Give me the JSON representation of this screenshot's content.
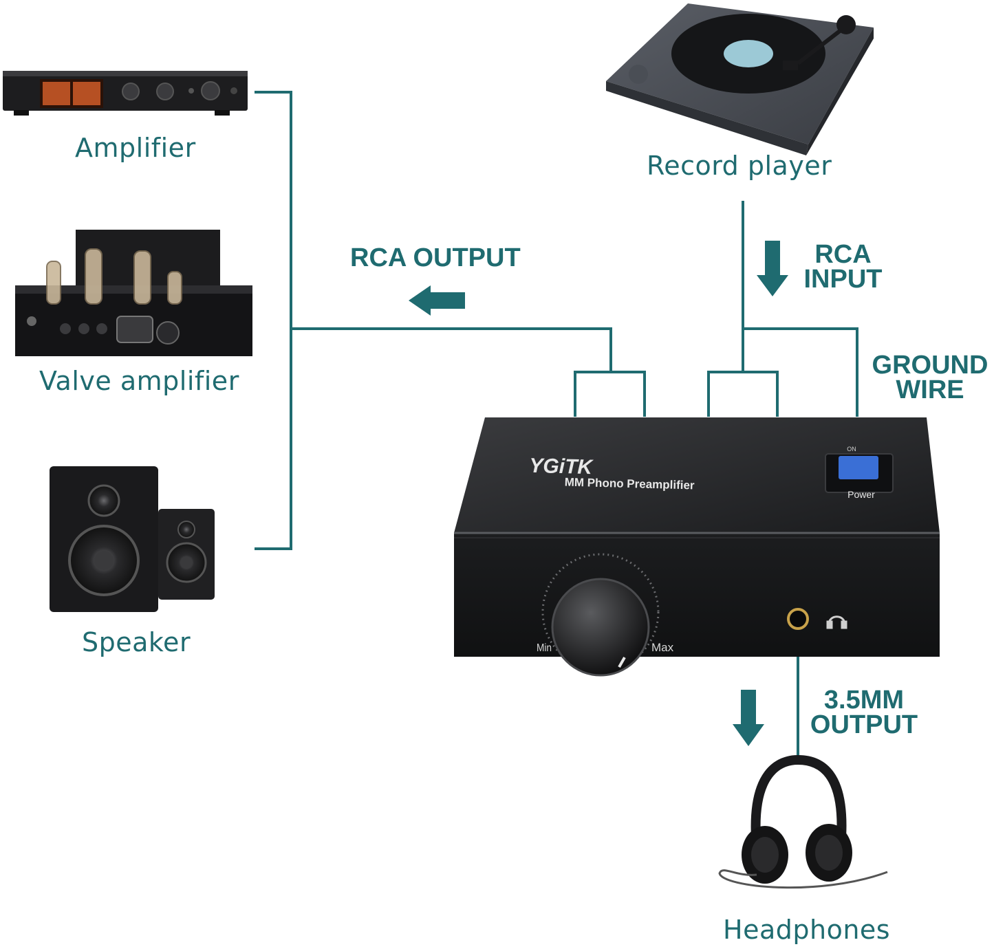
{
  "devices": {
    "amplifier": "Amplifier",
    "valve_amplifier": "Valve amplifier",
    "speaker": "Speaker",
    "record_player": "Record player",
    "headphones": "Headphones"
  },
  "connections": {
    "rca_output": "RCA OUTPUT",
    "rca_input_line1": "RCA",
    "rca_input_line2": "INPUT",
    "ground_line1": "GROUND",
    "ground_line2": "WIRE",
    "mm_output_line1": "3.5MM",
    "mm_output_line2": "OUTPUT"
  },
  "preamp": {
    "brand": "YGiTK",
    "model": "MM Phono Preamplifier",
    "switch_top": "ON",
    "switch_bottom": "Power",
    "knob_min": "Min",
    "knob_max": "Max"
  },
  "colors": {
    "line": "#1f6b70",
    "preamp_body": "#1b1c1e",
    "power_button": "#3a6fd6"
  },
  "icons": [
    "arrow-left-icon",
    "arrow-down-icon",
    "headphone-icon"
  ]
}
